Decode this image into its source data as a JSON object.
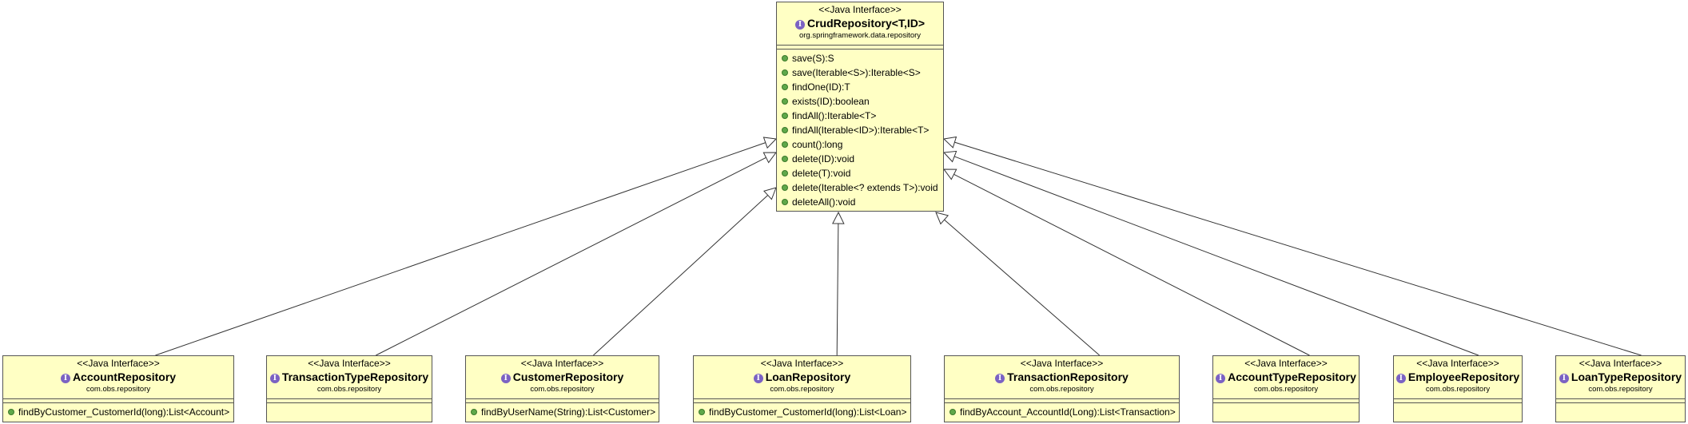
{
  "root": {
    "stereotype": "<<Java Interface>>",
    "name": "CrudRepository<T,ID>",
    "package": "org.springframework.data.repository",
    "operations": [
      "save(S):S",
      "save(Iterable<S>):Iterable<S>",
      "findOne(ID):T",
      "exists(ID):boolean",
      "findAll():Iterable<T>",
      "findAll(Iterable<ID>):Iterable<T>",
      "count():long",
      "delete(ID):void",
      "delete(T):void",
      "delete(Iterable<? extends T>):void",
      "deleteAll():void"
    ]
  },
  "children": [
    {
      "stereotype": "<<Java Interface>>",
      "name": "AccountRepository",
      "package": "com.obs.repository",
      "operation": "findByCustomer_CustomerId(long):List<Account>"
    },
    {
      "stereotype": "<<Java Interface>>",
      "name": "TransactionTypeRepository",
      "package": "com.obs.repository",
      "operation": ""
    },
    {
      "stereotype": "<<Java Interface>>",
      "name": "CustomerRepository",
      "package": "com.obs.repository",
      "operation": "findByUserName(String):List<Customer>"
    },
    {
      "stereotype": "<<Java Interface>>",
      "name": "LoanRepository",
      "package": "com.obs.repository",
      "operation": "findByCustomer_CustomerId(long):List<Loan>"
    },
    {
      "stereotype": "<<Java Interface>>",
      "name": "TransactionRepository",
      "package": "com.obs.repository",
      "operation": "findByAccount_AccountId(Long):List<Transaction>"
    },
    {
      "stereotype": "<<Java Interface>>",
      "name": "AccountTypeRepository",
      "package": "com.obs.repository",
      "operation": ""
    },
    {
      "stereotype": "<<Java Interface>>",
      "name": "EmployeeRepository",
      "package": "com.obs.repository",
      "operation": ""
    },
    {
      "stereotype": "<<Java Interface>>",
      "name": "LoanTypeRepository",
      "package": "com.obs.repository",
      "operation": ""
    }
  ],
  "colors": {
    "box_fill": "#ffffc4",
    "border": "#555555",
    "interface_icon": "#7b62c3",
    "operation_dot": "#5fa84a"
  },
  "icons": {
    "interface": "interface-i-icon",
    "operation": "public-method-dot-icon"
  }
}
